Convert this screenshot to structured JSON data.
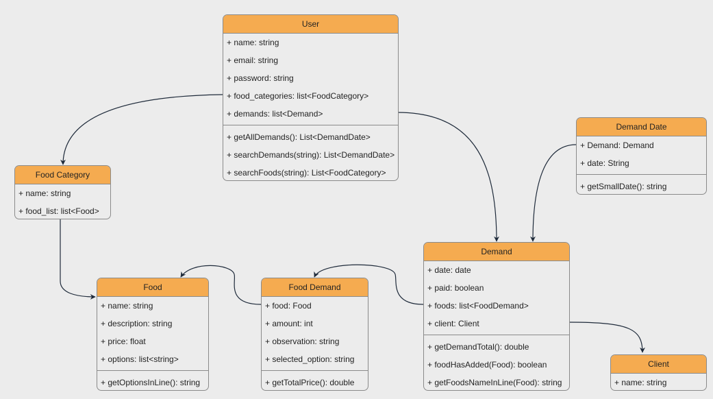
{
  "classes": {
    "user": {
      "name": "User",
      "attributes": [
        "+ name: string",
        "+ email: string",
        "+ password: string",
        "+ food_categories: list<FoodCategory>",
        "+ demands: list<Demand>"
      ],
      "methods": [
        "+ getAllDemands(): List<DemandDate>",
        "+ searchDemands(string): List<DemandDate>",
        "+ searchFoods(string): List<FoodCategory>"
      ]
    },
    "food_category": {
      "name": "Food Category",
      "attributes": [
        "+ name: string",
        "+ food_list: list<Food>"
      ]
    },
    "demand_date": {
      "name": "Demand Date",
      "attributes": [
        "+ Demand: Demand",
        "+ date: String"
      ],
      "methods": [
        "+ getSmallDate(): string"
      ]
    },
    "demand": {
      "name": "Demand",
      "attributes": [
        "+ date: date",
        "+ paid: boolean",
        "+ foods: list<FoodDemand>",
        "+ client: Client"
      ],
      "methods": [
        "+ getDemandTotal(): double",
        "+ foodHasAdded(Food): boolean",
        "+ getFoodsNameInLine(Food): string"
      ]
    },
    "food": {
      "name": "Food",
      "attributes": [
        "+ name: string",
        "+ description: string",
        "+ price: float",
        "+ options: list<string>"
      ],
      "methods": [
        "+ getOptionsInLine(): string"
      ]
    },
    "food_demand": {
      "name": "Food Demand",
      "attributes": [
        "+ food: Food",
        "+ amount: int",
        "+ observation: string",
        "+ selected_option: string"
      ],
      "methods": [
        "+ getTotalPrice(): double"
      ]
    },
    "client": {
      "name": "Client",
      "attributes": [
        "+ name: string"
      ]
    }
  },
  "colors": {
    "header_fill": "#f5ab50",
    "body_fill": "#ececec",
    "border": "#8a8a8a",
    "edge": "#1e2a3a",
    "background": "#ececec"
  }
}
